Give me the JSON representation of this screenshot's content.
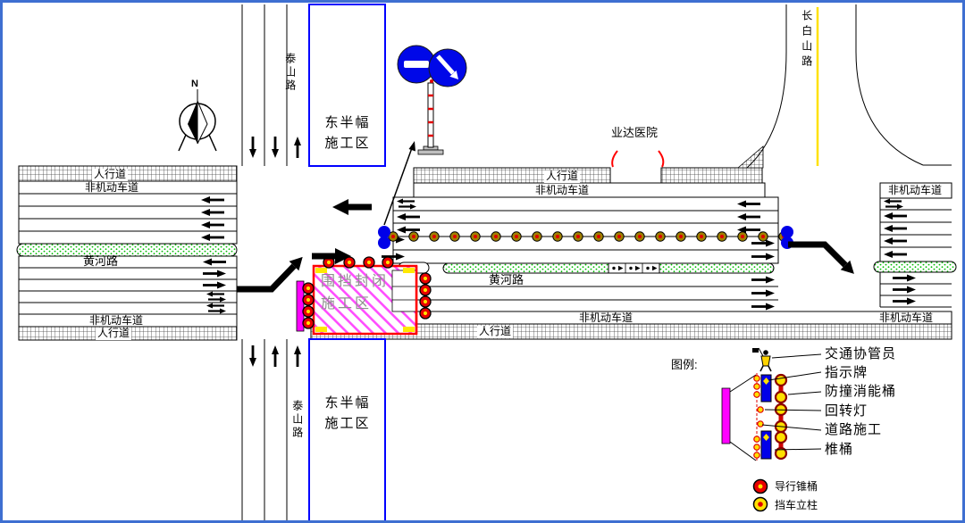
{
  "roads": {
    "taishan": "泰山路",
    "changbaishan": "长白山路",
    "huanghe": "黄河路"
  },
  "zones": {
    "east_half": "东半幅\n施工区",
    "enclosed": "围挡封闭\n施工区"
  },
  "landmarks": {
    "hospital": "业达医院"
  },
  "lanes": {
    "sidewalk": "人行道",
    "non_motorized": "非机动车道"
  },
  "compass": {
    "north": "N"
  },
  "legend": {
    "title": "图例:",
    "items": [
      {
        "label": "交通协管员"
      },
      {
        "label": "指示牌"
      },
      {
        "label": "防撞消能桶"
      },
      {
        "label": "回转灯"
      },
      {
        "label": "道路施工"
      },
      {
        "label": "椎桶"
      }
    ],
    "symbols": [
      {
        "label": "导行锥桶"
      },
      {
        "label": "挡车立柱"
      }
    ]
  },
  "colors": {
    "frame": "#3E6FD1",
    "zone_blue": "#0000FF",
    "construction_red": "#FF0000",
    "hatch_pink": "#FF4DFF",
    "barrier_magenta": "#FF00FF",
    "sign_blue": "#0008E8",
    "median_green": "#00BB00",
    "center_line_yellow": "#FFE100",
    "cone_red": "#E80000",
    "pillar_yellow": "#FFE000"
  }
}
